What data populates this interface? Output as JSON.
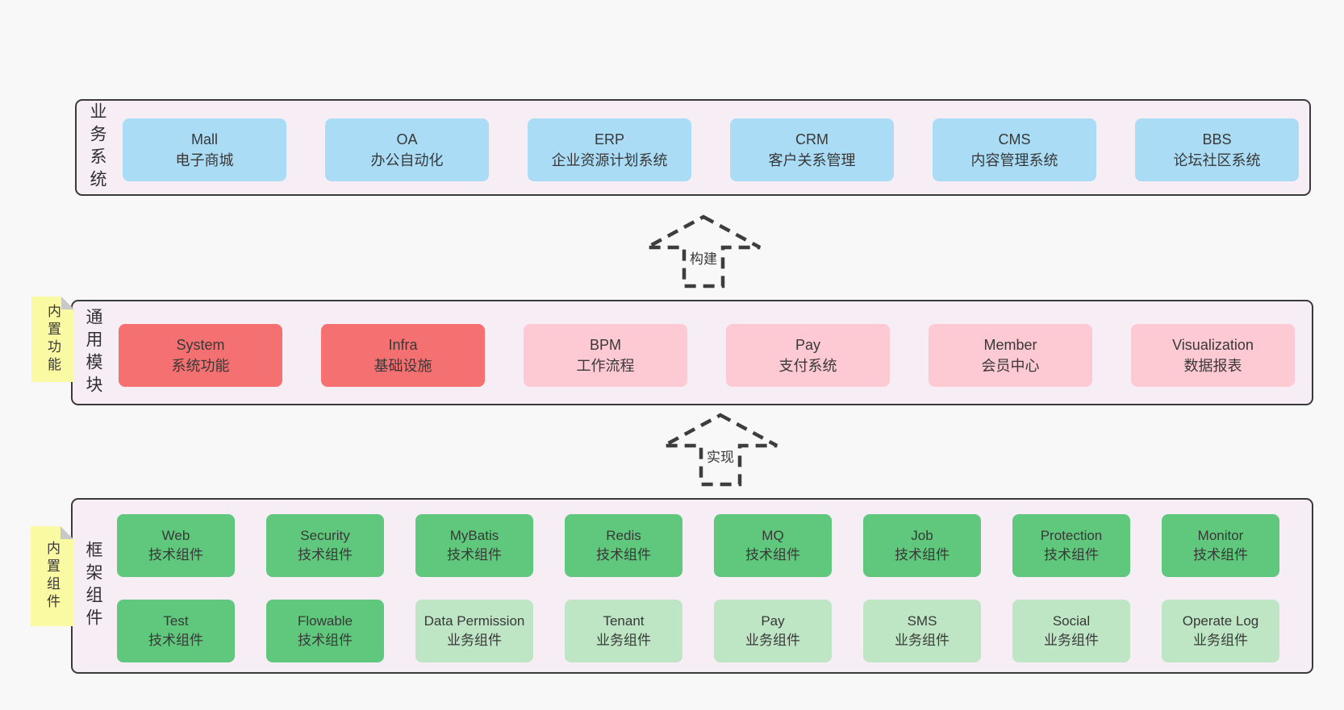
{
  "colors": {
    "page_bg": "#f8f8f8",
    "section_bg": "#f7edf5",
    "section_border": "#3a3a3a",
    "box_blue": "#aadcf5",
    "box_red": "#f57070",
    "box_pink": "#fdc9d3",
    "box_green": "#5fc87c",
    "box_green_light": "#bee6c4",
    "sticky_yellow": "#fafaa3",
    "sticky_fold": "#c8c8c8",
    "text": "#383838",
    "arrow": "#3d3d3d"
  },
  "sections": [
    {
      "id": "business",
      "label": "业务系统",
      "rows": [
        [
          {
            "title": "Mall",
            "subtitle": "电子商城",
            "variant": "blue"
          },
          {
            "title": "OA",
            "subtitle": "办公自动化",
            "variant": "blue"
          },
          {
            "title": "ERP",
            "subtitle": "企业资源计划系统",
            "variant": "blue"
          },
          {
            "title": "CRM",
            "subtitle": "客户关系管理",
            "variant": "blue"
          },
          {
            "title": "CMS",
            "subtitle": "内容管理系统",
            "variant": "blue"
          },
          {
            "title": "BBS",
            "subtitle": "论坛社区系统",
            "variant": "blue"
          }
        ]
      ]
    },
    {
      "id": "modules",
      "label": "通用模块",
      "rows": [
        [
          {
            "title": "System",
            "subtitle": "系统功能",
            "variant": "red"
          },
          {
            "title": "Infra",
            "subtitle": "基础设施",
            "variant": "red"
          },
          {
            "title": "BPM",
            "subtitle": "工作流程",
            "variant": "pink"
          },
          {
            "title": "Pay",
            "subtitle": "支付系统",
            "variant": "pink"
          },
          {
            "title": "Member",
            "subtitle": "会员中心",
            "variant": "pink"
          },
          {
            "title": "Visualization",
            "subtitle": "数据报表",
            "variant": "pink"
          }
        ]
      ]
    },
    {
      "id": "components",
      "label": "框架组件",
      "rows": [
        [
          {
            "title": "Web",
            "subtitle": "技术组件",
            "variant": "green"
          },
          {
            "title": "Security",
            "subtitle": "技术组件",
            "variant": "green"
          },
          {
            "title": "MyBatis",
            "subtitle": "技术组件",
            "variant": "green"
          },
          {
            "title": "Redis",
            "subtitle": "技术组件",
            "variant": "green"
          },
          {
            "title": "MQ",
            "subtitle": "技术组件",
            "variant": "green"
          },
          {
            "title": "Job",
            "subtitle": "技术组件",
            "variant": "green"
          },
          {
            "title": "Protection",
            "subtitle": "技术组件",
            "variant": "green"
          },
          {
            "title": "Monitor",
            "subtitle": "技术组件",
            "variant": "green"
          }
        ],
        [
          {
            "title": "Test",
            "subtitle": "技术组件",
            "variant": "green"
          },
          {
            "title": "Flowable",
            "subtitle": "技术组件",
            "variant": "green"
          },
          {
            "title": "Data Permission",
            "subtitle": "业务组件",
            "variant": "green-light"
          },
          {
            "title": "Tenant",
            "subtitle": "业务组件",
            "variant": "green-light"
          },
          {
            "title": "Pay",
            "subtitle": "业务组件",
            "variant": "green-light"
          },
          {
            "title": "SMS",
            "subtitle": "业务组件",
            "variant": "green-light"
          },
          {
            "title": "Social",
            "subtitle": "业务组件",
            "variant": "green-light"
          },
          {
            "title": "Operate Log",
            "subtitle": "业务组件",
            "variant": "green-light"
          }
        ]
      ]
    }
  ],
  "stickies": [
    {
      "id": "modules",
      "label": "内置功能"
    },
    {
      "id": "components",
      "label": "内置组件"
    }
  ],
  "arrows": [
    {
      "id": "build",
      "label": "构建"
    },
    {
      "id": "implement",
      "label": "实现"
    }
  ]
}
